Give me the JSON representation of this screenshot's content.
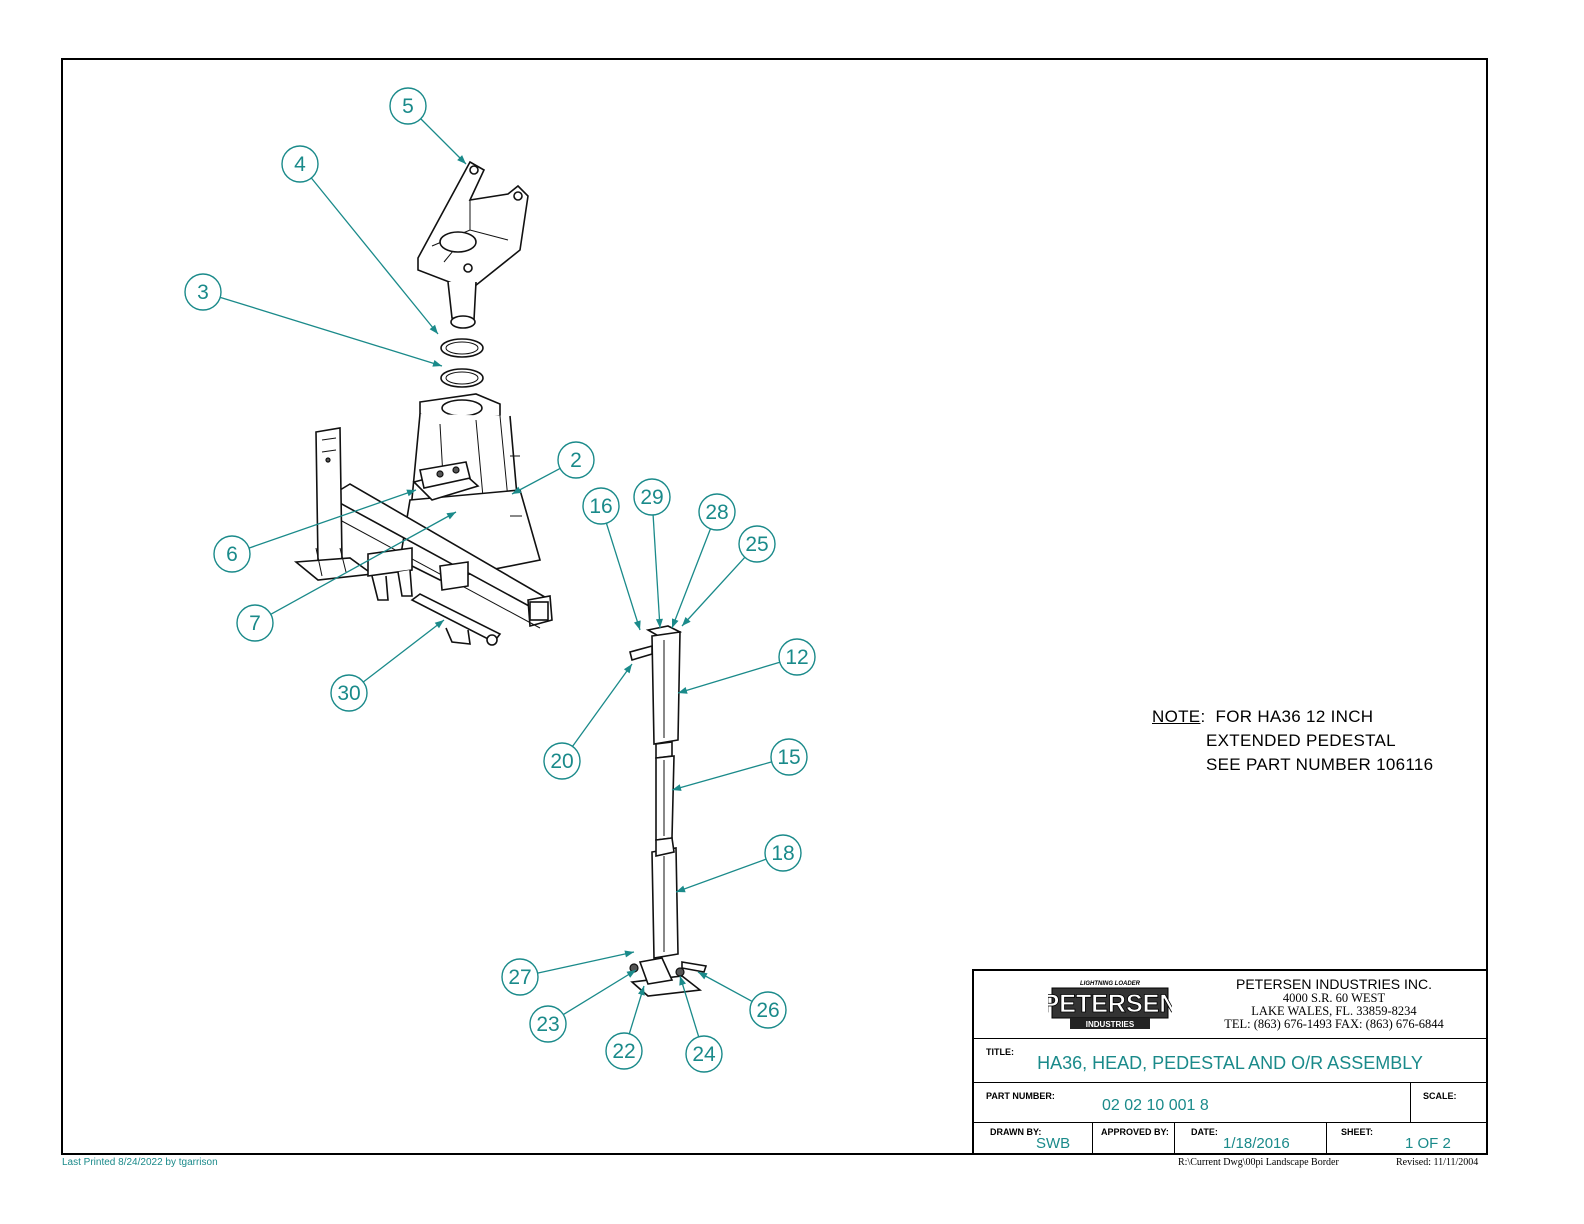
{
  "balloons": [
    {
      "id": "5"
    },
    {
      "id": "4"
    },
    {
      "id": "3"
    },
    {
      "id": "2"
    },
    {
      "id": "6"
    },
    {
      "id": "7"
    },
    {
      "id": "30"
    },
    {
      "id": "16"
    },
    {
      "id": "29"
    },
    {
      "id": "28"
    },
    {
      "id": "25"
    },
    {
      "id": "12"
    },
    {
      "id": "20"
    },
    {
      "id": "15"
    },
    {
      "id": "18"
    },
    {
      "id": "27"
    },
    {
      "id": "23"
    },
    {
      "id": "22"
    },
    {
      "id": "24"
    },
    {
      "id": "26"
    }
  ],
  "note": {
    "label": "NOTE",
    "line1": ":  FOR HA36 12 INCH",
    "line2": "EXTENDED PEDESTAL",
    "line3": "SEE PART NUMBER 106116"
  },
  "titleblock": {
    "logo_top": "LIGHTNING LOADER",
    "logo_main": "PETERSEN",
    "logo_sub": "INDUSTRIES",
    "company": "PETERSEN INDUSTRIES INC.",
    "address1": "4000 S.R. 60 WEST",
    "address2": "LAKE WALES, FL. 33859-8234",
    "phones": "TEL: (863) 676-1493    FAX: (863) 676-6844",
    "title_label": "TITLE:",
    "title_value": "HA36, HEAD, PEDESTAL AND O/R ASSEMBLY",
    "part_label": "PART NUMBER:",
    "part_value": "02 02 10 001 8",
    "scale_label": "SCALE:",
    "drawn_label": "DRAWN BY:",
    "drawn_value": "SWB",
    "approved_label": "APPROVED BY:",
    "date_label": "DATE:",
    "date_value": "1/18/2016",
    "sheet_label": "SHEET:",
    "sheet_value": "1 OF 2"
  },
  "footer": {
    "printed": "Last Printed 8/24/2022 by tgarrison",
    "path": "R:\\Current Dwg\\00pi Landscape Border",
    "revised": "Revised: 11/11/2004"
  },
  "colors": {
    "accent": "#1a8a8a"
  }
}
